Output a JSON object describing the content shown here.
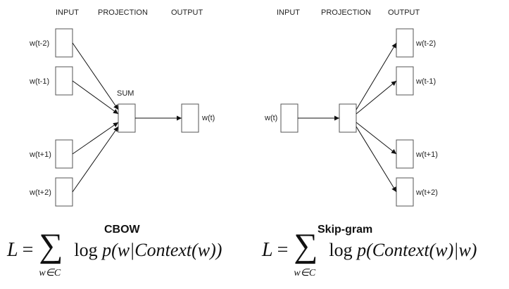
{
  "headers": {
    "input": "INPUT",
    "projection": "PROJECTION",
    "output": "OUTPUT"
  },
  "cbow": {
    "title": "CBOW",
    "inputs": [
      "w(t-2)",
      "w(t-1)",
      "w(t+1)",
      "w(t+2)"
    ],
    "sum_label": "SUM",
    "output": "w(t)",
    "formula": {
      "lhs": "L",
      "equals": "=",
      "sum_symbol": "∑",
      "sum_sub": "w∈C",
      "log": "log ",
      "body": "p(w|Context(w))"
    }
  },
  "skipgram": {
    "title": "Skip-gram",
    "input": "w(t)",
    "outputs": [
      "w(t-2)",
      "w(t-1)",
      "w(t+1)",
      "w(t+2)"
    ],
    "formula": {
      "lhs": "L",
      "equals": "=",
      "sum_symbol": "∑",
      "sum_sub": "w∈C",
      "log": "log ",
      "body": "p(Context(w)|w)"
    }
  },
  "colors": {
    "box_stroke": "#555555",
    "arrow": "#111111",
    "text": "#222222"
  }
}
